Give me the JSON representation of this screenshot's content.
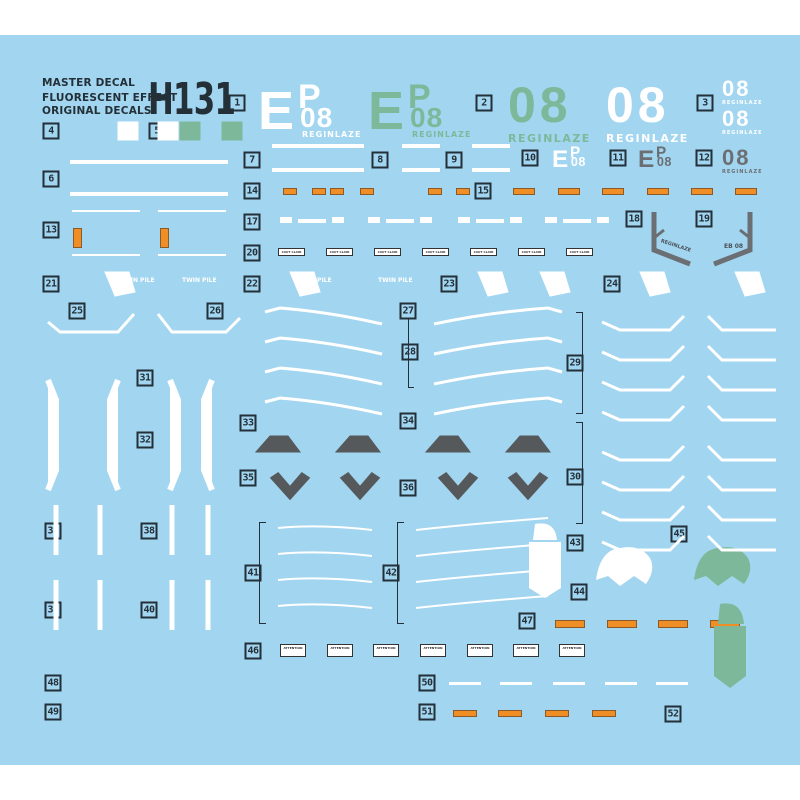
{
  "header": {
    "brand_line1": "MASTER DECAL",
    "brand_line2": "FLUORESCENT EFFECT",
    "brand_line3": "ORIGINAL DECALS",
    "product_code": "H131"
  },
  "marks": {
    "ep_letter_e": "E",
    "ep_letter_p": "P",
    "unit_number": "08",
    "unit_name": "REGINLAZE",
    "frame_text_left": "REGINLAZE",
    "frame_text_right": "EB 08",
    "twin_pile": "TWIN PILE",
    "caution_text": "CAUT CLAIR",
    "attention_text": "ATTENTION"
  },
  "colors": {
    "sheet": "#a2d5f0",
    "white": "#ffffff",
    "green": "#7db89a",
    "gray": "#6b6f73",
    "orange": "#ef8e25",
    "label": "#233039"
  },
  "labels": [
    "1",
    "2",
    "3",
    "4",
    "5",
    "6",
    "7",
    "8",
    "9",
    "10",
    "11",
    "12",
    "13",
    "14",
    "15",
    "17",
    "18",
    "19",
    "20",
    "21",
    "22",
    "23",
    "24",
    "25",
    "26",
    "27",
    "28",
    "29",
    "30",
    "31",
    "32",
    "33",
    "34",
    "35",
    "36",
    "37",
    "38",
    "39",
    "40",
    "41",
    "42",
    "43",
    "44",
    "45",
    "46",
    "47",
    "48",
    "49",
    "50",
    "51",
    "52"
  ]
}
